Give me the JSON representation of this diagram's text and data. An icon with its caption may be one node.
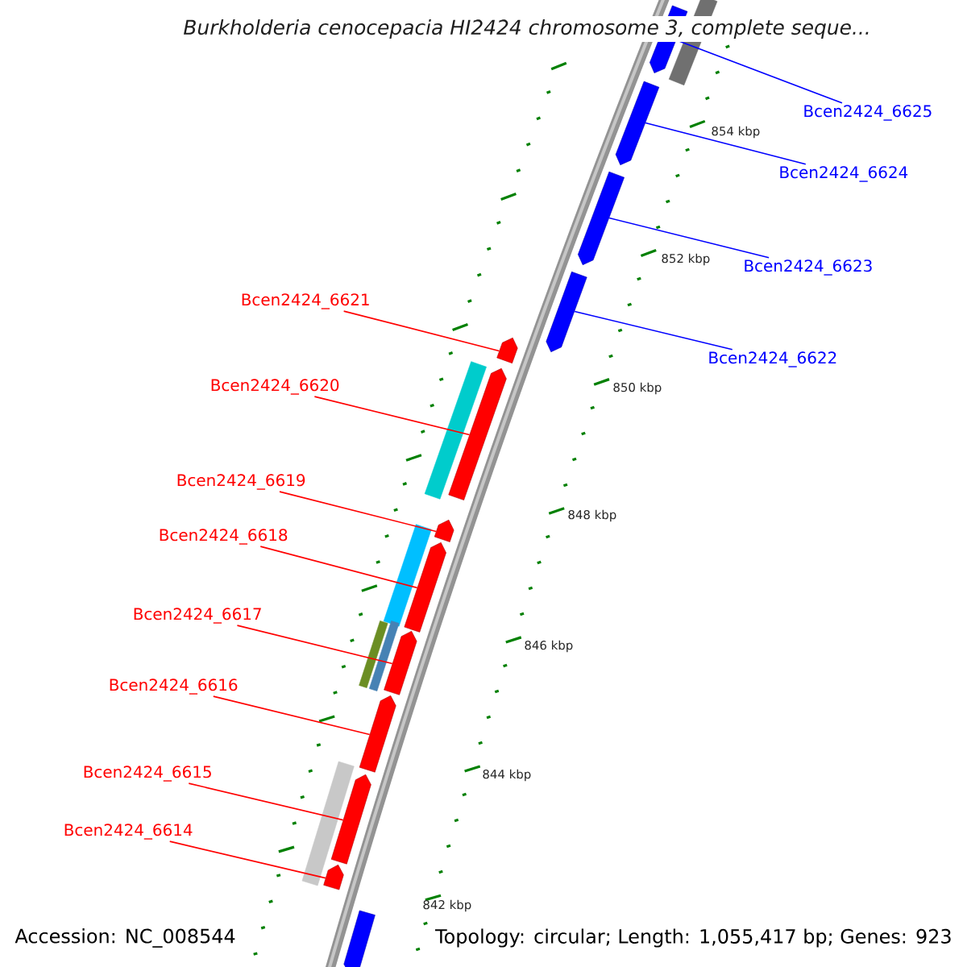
{
  "diagram": {
    "title": "Burkholderia cenocepacia HI2424 chromosome 3, complete seque...",
    "nodes": [
      {
        "text": [
          "Bcen2424_6625"
        ]
      },
      {
        "text": [
          "Bcen2424_6624"
        ]
      },
      {
        "text": [
          "Bcen2424_6623"
        ]
      },
      {
        "text": [
          "Bcen2424_6622"
        ]
      },
      {
        "text": [
          "Bcen2424_6621"
        ]
      },
      {
        "text": [
          "Bcen2424_6620"
        ]
      },
      {
        "text": [
          "Bcen2424_6619"
        ]
      },
      {
        "text": [
          "Bcen2424_6618"
        ]
      },
      {
        "text": [
          "Bcen2424_6617"
        ]
      },
      {
        "text": [
          "Bcen2424_6616"
        ]
      },
      {
        "text": [
          "Bcen2424_6615"
        ]
      },
      {
        "text": [
          "Bcen2424_6614"
        ]
      },
      {
        "text": [],
        "shape": "arrow"
      },
      {
        "text": [],
        "shape": "arrow"
      },
      {
        "text": [],
        "shape": "arrow"
      },
      {
        "text": [],
        "shape": "arrow"
      },
      {
        "text": [],
        "shape": "arrow"
      },
      {
        "text": [],
        "shape": "arrow"
      },
      {
        "text": [],
        "shape": "arrow"
      },
      {
        "text": [],
        "shape": "arrow"
      },
      {
        "text": [],
        "shape": "arrow"
      },
      {
        "text": [],
        "shape": "arrow"
      },
      {
        "text": [],
        "shape": "arrow"
      },
      {
        "text": [],
        "shape": "arrow"
      },
      {
        "text": [],
        "shape": "arrow"
      },
      {
        "text": [],
        "shape": "bar"
      },
      {
        "text": [],
        "shape": "bar"
      },
      {
        "text": [],
        "shape": "bar"
      },
      {
        "text": [],
        "shape": "bar"
      },
      {
        "text": [],
        "shape": "bar"
      },
      {
        "text": [],
        "shape": "bar"
      }
    ],
    "edges": [
      {
        "from": 0,
        "to": 12,
        "arrow": "none",
        "color": "#0000ff"
      },
      {
        "from": 1,
        "to": 13,
        "arrow": "none",
        "color": "#0000ff"
      },
      {
        "from": 2,
        "to": 14,
        "arrow": "none",
        "color": "#0000ff"
      },
      {
        "from": 3,
        "to": 15,
        "arrow": "none",
        "color": "#0000ff"
      },
      {
        "from": 4,
        "to": 16,
        "arrow": "none"
      },
      {
        "from": 5,
        "to": 17,
        "arrow": "none"
      },
      {
        "from": 6,
        "to": 18,
        "arrow": "none"
      },
      {
        "from": 7,
        "to": 19,
        "arrow": "none"
      },
      {
        "from": 8,
        "to": 20,
        "arrow": "none"
      },
      {
        "from": 9,
        "to": 21,
        "arrow": "none"
      },
      {
        "from": 10,
        "to": 22,
        "arrow": "none"
      },
      {
        "from": 11,
        "to": 23,
        "arrow": "none"
      }
    ],
    "labels": [
      "854 kbp",
      "852 kbp",
      "850 kbp",
      "848 kbp",
      "846 kbp",
      "844 kbp",
      "842 kbp",
      "Accession: NC_008544",
      "Topology: circular; Length: 1,055,417 bp; Genes: 923"
    ]
  }
}
